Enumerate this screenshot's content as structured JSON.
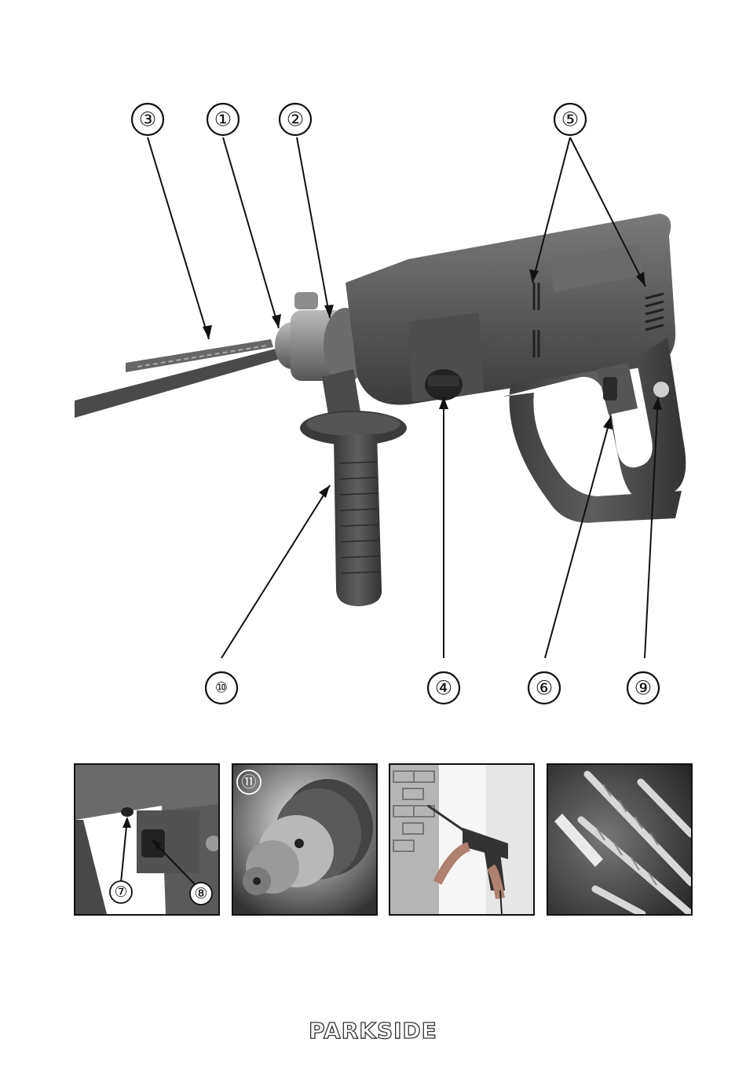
{
  "callouts": {
    "c1": "①",
    "c2": "②",
    "c3": "③",
    "c4": "④",
    "c5": "⑤",
    "c6": "⑥",
    "c9": "⑨",
    "c10": "⑩"
  },
  "thumbnails": {
    "switch_detail": {
      "c7": "⑦",
      "c8": "⑧"
    },
    "chuck_detail": {
      "c11": "⑪"
    }
  },
  "brand": "PARKSIDE",
  "colors": {
    "tool_body": "#5c5c5c",
    "tool_dark": "#3e3e3e",
    "metal": "#9a9a9a"
  }
}
